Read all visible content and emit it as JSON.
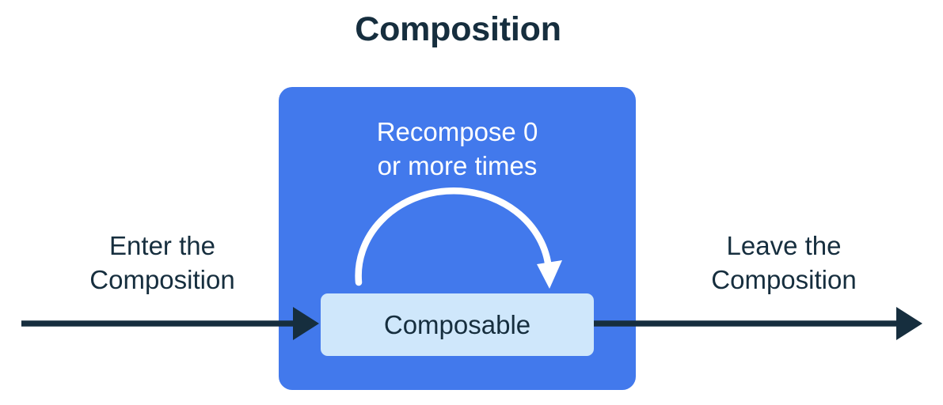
{
  "diagram": {
    "title": "Composition",
    "type": "flow-diagram",
    "colors": {
      "background": "#ffffff",
      "composition_box": "#4279EC",
      "composable_box": "#CFE7FB",
      "text_dark": "#162E3E",
      "text_light": "#ffffff",
      "arrow_dark": "#162E3E",
      "arrow_light": "#ffffff"
    },
    "composition_box": {
      "label": "Composition",
      "recompose_label": "Recompose 0\nor more times",
      "recompose_label_line1": "Recompose 0 or",
      "recompose_label_line2": "more times",
      "recompose_count": "0",
      "inner_node": {
        "label": "Composable"
      },
      "loop_arrow": {
        "name": "recompose-loop-arrow",
        "direction": "clockwise",
        "description": "curved arrow looping back onto the Composable node"
      }
    },
    "entry": {
      "label": "Enter the\nComposition",
      "label_line1": "Enter the",
      "label_line2": "Composition",
      "arrow_direction": "right"
    },
    "exit": {
      "label": "Leave the\nComposition",
      "label_line1": "Leave the",
      "label_line2": "Composition",
      "arrow_direction": "right"
    }
  }
}
